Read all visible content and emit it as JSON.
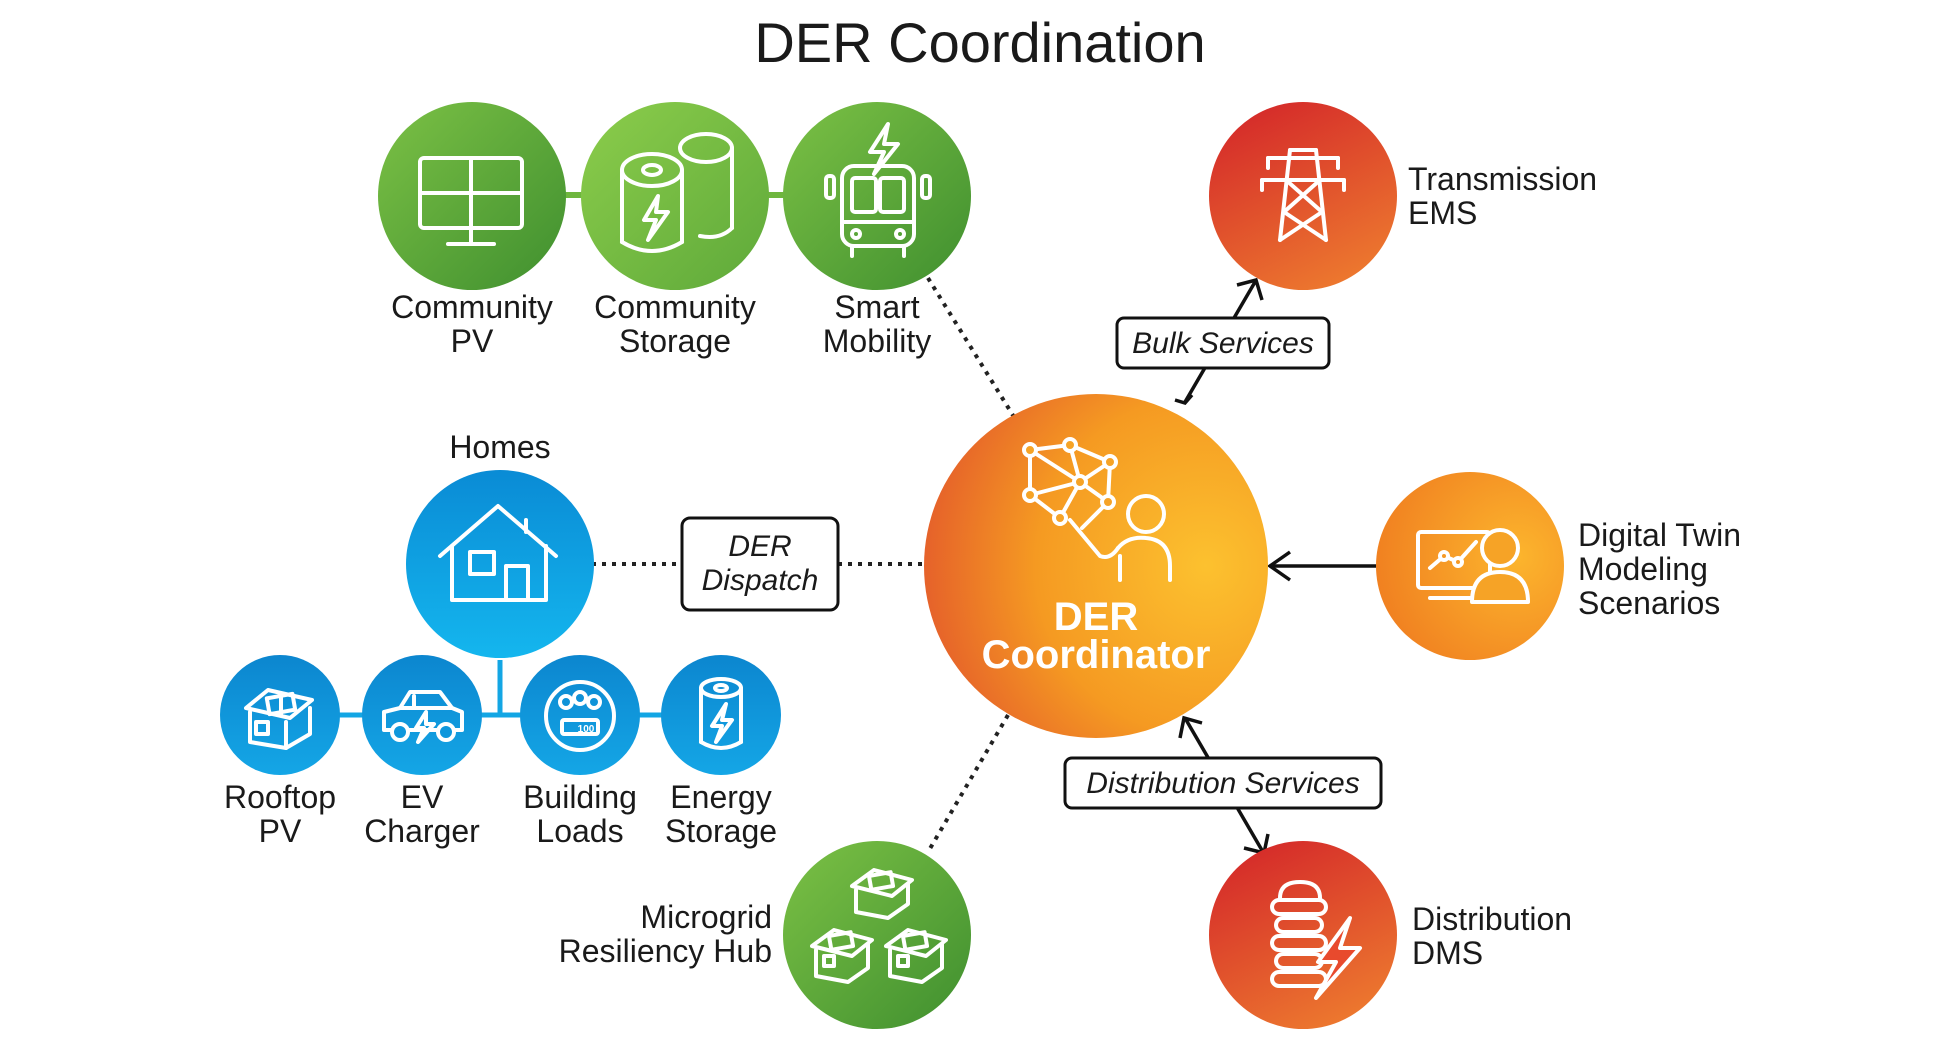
{
  "title": "DER Coordination",
  "colors": {
    "green_dark": "#4a9a2e",
    "green_light": "#7ec143",
    "blue": "#0b8fd8",
    "blue_light": "#17b3ec",
    "orange": "#f28a1e",
    "orange_light": "#fcc12f",
    "red": "#d9302a",
    "red_light": "#ec6a30"
  },
  "hub": {
    "line1": "DER",
    "line2": "Coordinator",
    "icon": "network-person-icon"
  },
  "community_group": [
    {
      "id": "community-pv",
      "line1": "Community",
      "line2": "PV",
      "icon": "solar-panel-icon"
    },
    {
      "id": "community-storage",
      "line1": "Community",
      "line2": "Storage",
      "icon": "battery-rolls-icon"
    },
    {
      "id": "smart-mobility",
      "line1": "Smart",
      "line2": "Mobility",
      "icon": "electric-bus-icon"
    }
  ],
  "homes": {
    "label": "Homes",
    "icon": "house-icon"
  },
  "home_devices": [
    {
      "id": "rooftop-pv",
      "line1": "Rooftop",
      "line2": "PV",
      "icon": "rooftop-solar-house-icon"
    },
    {
      "id": "ev-charger",
      "line1": "EV",
      "line2": "Charger",
      "icon": "electric-car-icon"
    },
    {
      "id": "building-loads",
      "line1": "Building",
      "line2": "Loads",
      "icon": "meter-icon"
    },
    {
      "id": "energy-storage",
      "line1": "Energy",
      "line2": "Storage",
      "icon": "battery-icon"
    }
  ],
  "microgrid": {
    "line1": "Microgrid",
    "line2": "Resiliency Hub",
    "icon": "houses-cluster-icon"
  },
  "transmission": {
    "line1": "Transmission",
    "line2": "EMS",
    "icon": "transmission-tower-icon"
  },
  "digital_twin": {
    "line1": "Digital Twin",
    "line2": "Modeling",
    "line3": "Scenarios",
    "icon": "analyst-screen-icon"
  },
  "distribution": {
    "line1": "Distribution",
    "line2": "DMS",
    "icon": "insulator-bolt-icon"
  },
  "connectors": {
    "der_dispatch": {
      "line1": "DER",
      "line2": "Dispatch"
    },
    "bulk_services": "Bulk Services",
    "distribution_services": "Distribution Services"
  }
}
